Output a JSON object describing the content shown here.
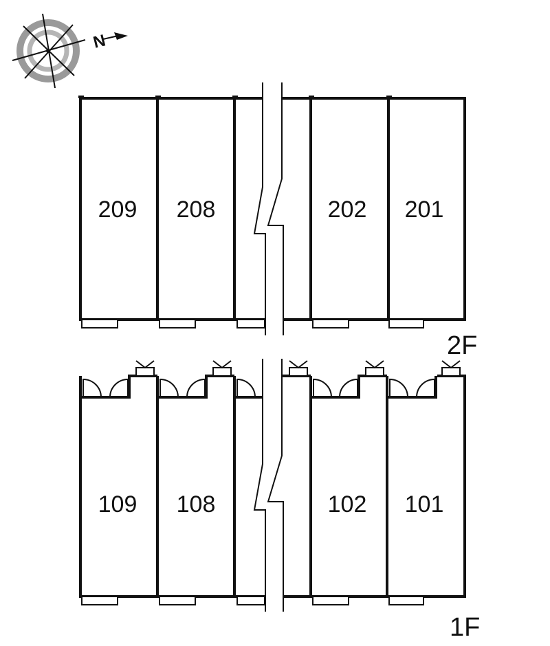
{
  "compass": {
    "north_label": "N",
    "icon": "compass-rose-icon"
  },
  "floors": [
    {
      "label": "2F",
      "units": [
        "209",
        "208",
        "202",
        "201"
      ]
    },
    {
      "label": "1F",
      "units": [
        "109",
        "108",
        "102",
        "101"
      ]
    }
  ]
}
